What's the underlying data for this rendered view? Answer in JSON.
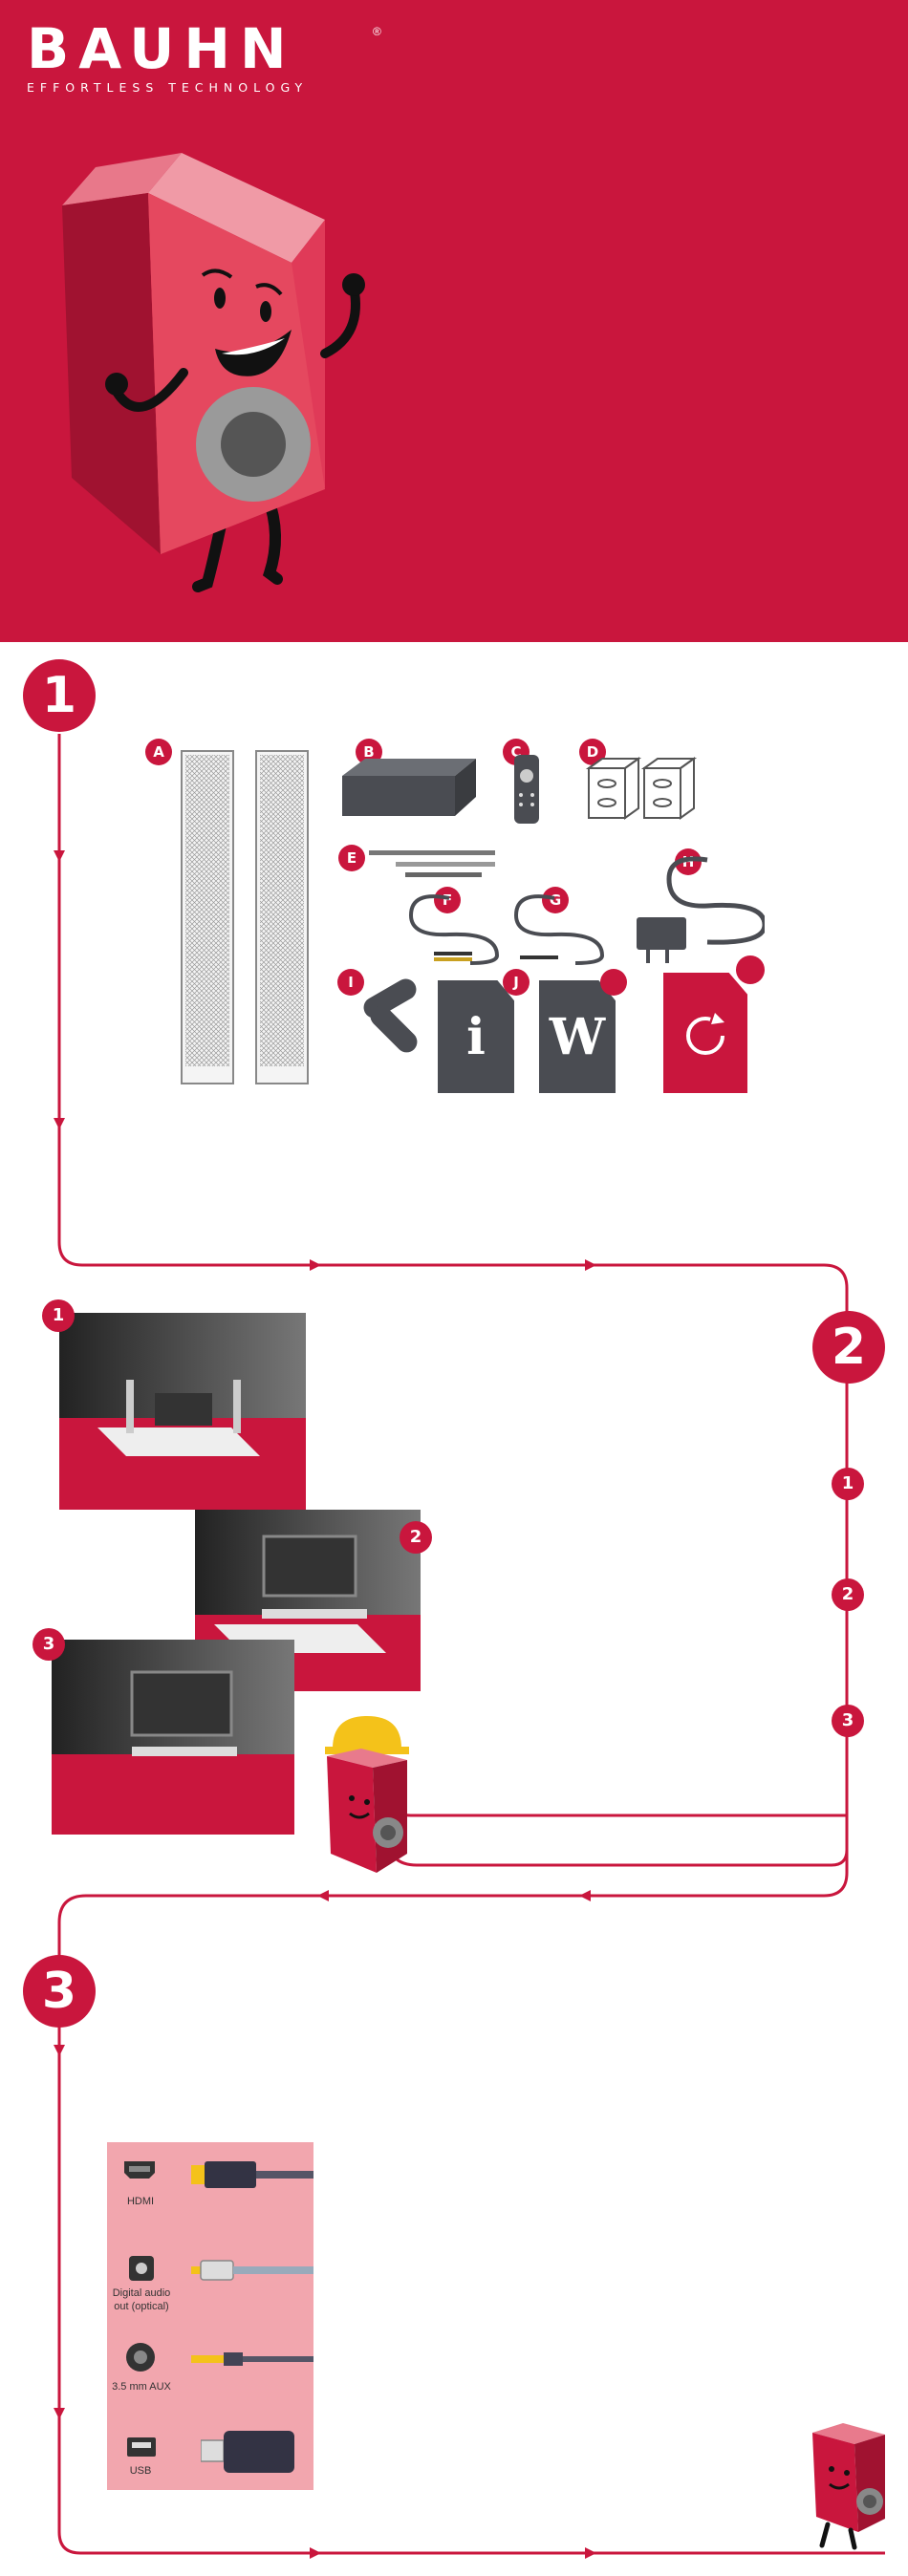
{
  "brand": {
    "name": "BAUHN",
    "tagline": "EFFORTLESS TECHNOLOGY",
    "reg": "®"
  },
  "colors": {
    "brand_red": "#c9163d",
    "dark_gray": "#4a4c52",
    "connector_panel": "#f2a6ae"
  },
  "steps": {
    "one": "1",
    "two": "2",
    "three": "3"
  },
  "parts": {
    "a": "A",
    "b": "B",
    "c": "C",
    "d": "D",
    "e": "E",
    "f": "F",
    "g": "G",
    "h": "H",
    "i": "I",
    "j": "J"
  },
  "docs": {
    "info": "i",
    "warranty": "W"
  },
  "placements": {
    "one": "1",
    "two": "2",
    "three": "3"
  },
  "connections": {
    "hdmi": "HDMI",
    "optical_line1": "Digital audio",
    "optical_line2": "out (optical)",
    "aux": "3.5 mm AUX",
    "usb": "USB"
  }
}
